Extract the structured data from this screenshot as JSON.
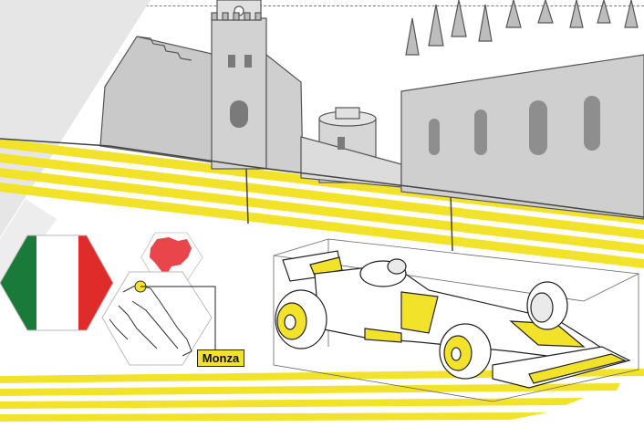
{
  "map": {
    "city_label": "Monza"
  },
  "colors": {
    "accent_yellow": "#f2e32a",
    "flag_green": "#1a7a3a",
    "flag_white": "#ffffff",
    "flag_red": "#e02b2b",
    "europe_red": "#e8464a",
    "sketch_gray": "#555555"
  },
  "icons": [
    "italy-flag-hexagon",
    "europe-map-hexagon",
    "italy-map-hexagon",
    "f1-car-sketch",
    "milan-skyline-sketch"
  ]
}
